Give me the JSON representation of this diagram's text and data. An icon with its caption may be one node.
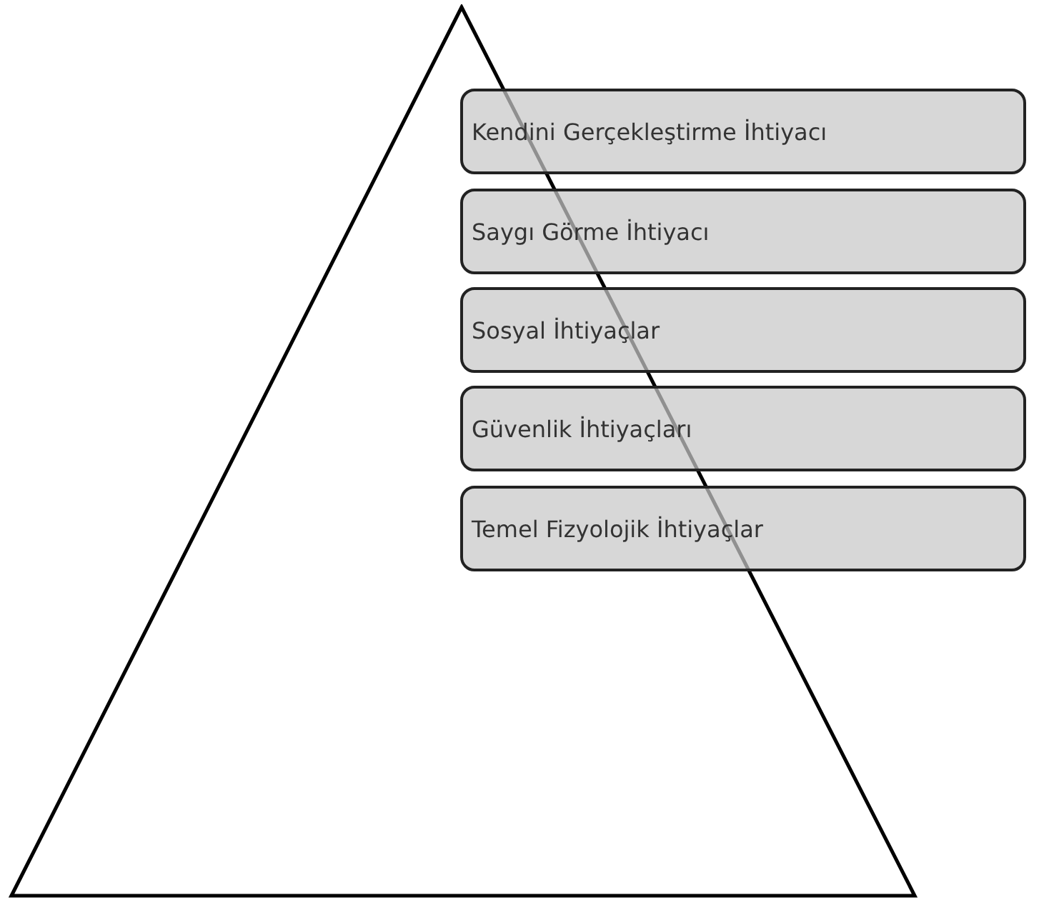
{
  "diagram": {
    "nodes": [
      {
        "text": [],
        "shape": "triangle"
      },
      {
        "text": [
          "Kendini Gerçekleştirme İhtiyacı"
        ]
      },
      {
        "text": [
          "Saygı Görme İhtiyacı"
        ]
      },
      {
        "text": [
          "Sosyal İhtiyaçlar"
        ]
      },
      {
        "text": [
          "Güvenlik İhtiyaçları"
        ]
      },
      {
        "text": [
          "Temel Fizyolojik İhtiyaçlar"
        ]
      }
    ]
  }
}
